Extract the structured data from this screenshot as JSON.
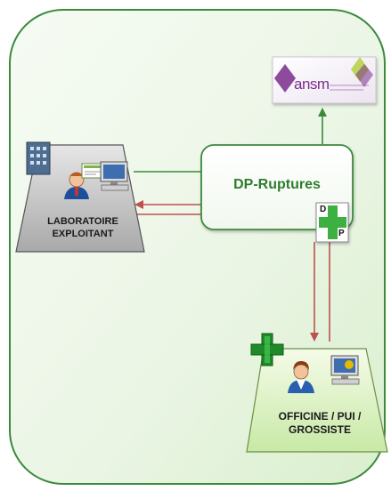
{
  "nodes": {
    "center": {
      "label": "DP-Ruptures"
    },
    "laboratory": {
      "label_line1": "LABORATOIRE",
      "label_line2": "EXPLOITANT"
    },
    "pharmacy": {
      "label_line1": "OFFICINE / PUI /",
      "label_line2": "GROSSISTE"
    },
    "agency": {
      "logo_text": "ansm"
    }
  },
  "badge": {
    "top_letter": "D",
    "bottom_letter": "P"
  },
  "colors": {
    "frame_border": "#3a8a3a",
    "frame_fill": "#eef7e8",
    "green_arrow": "#3a8a3a",
    "red_arrow": "#c0504d",
    "center_text": "#2e7d2e",
    "agency_purple": "#7a2d8c",
    "pharmacy_fill": "#dff2c6"
  },
  "icons": [
    "building-icon",
    "person-icon",
    "computer-icon",
    "pharmacy-cross-icon",
    "dp-badge-icon"
  ]
}
